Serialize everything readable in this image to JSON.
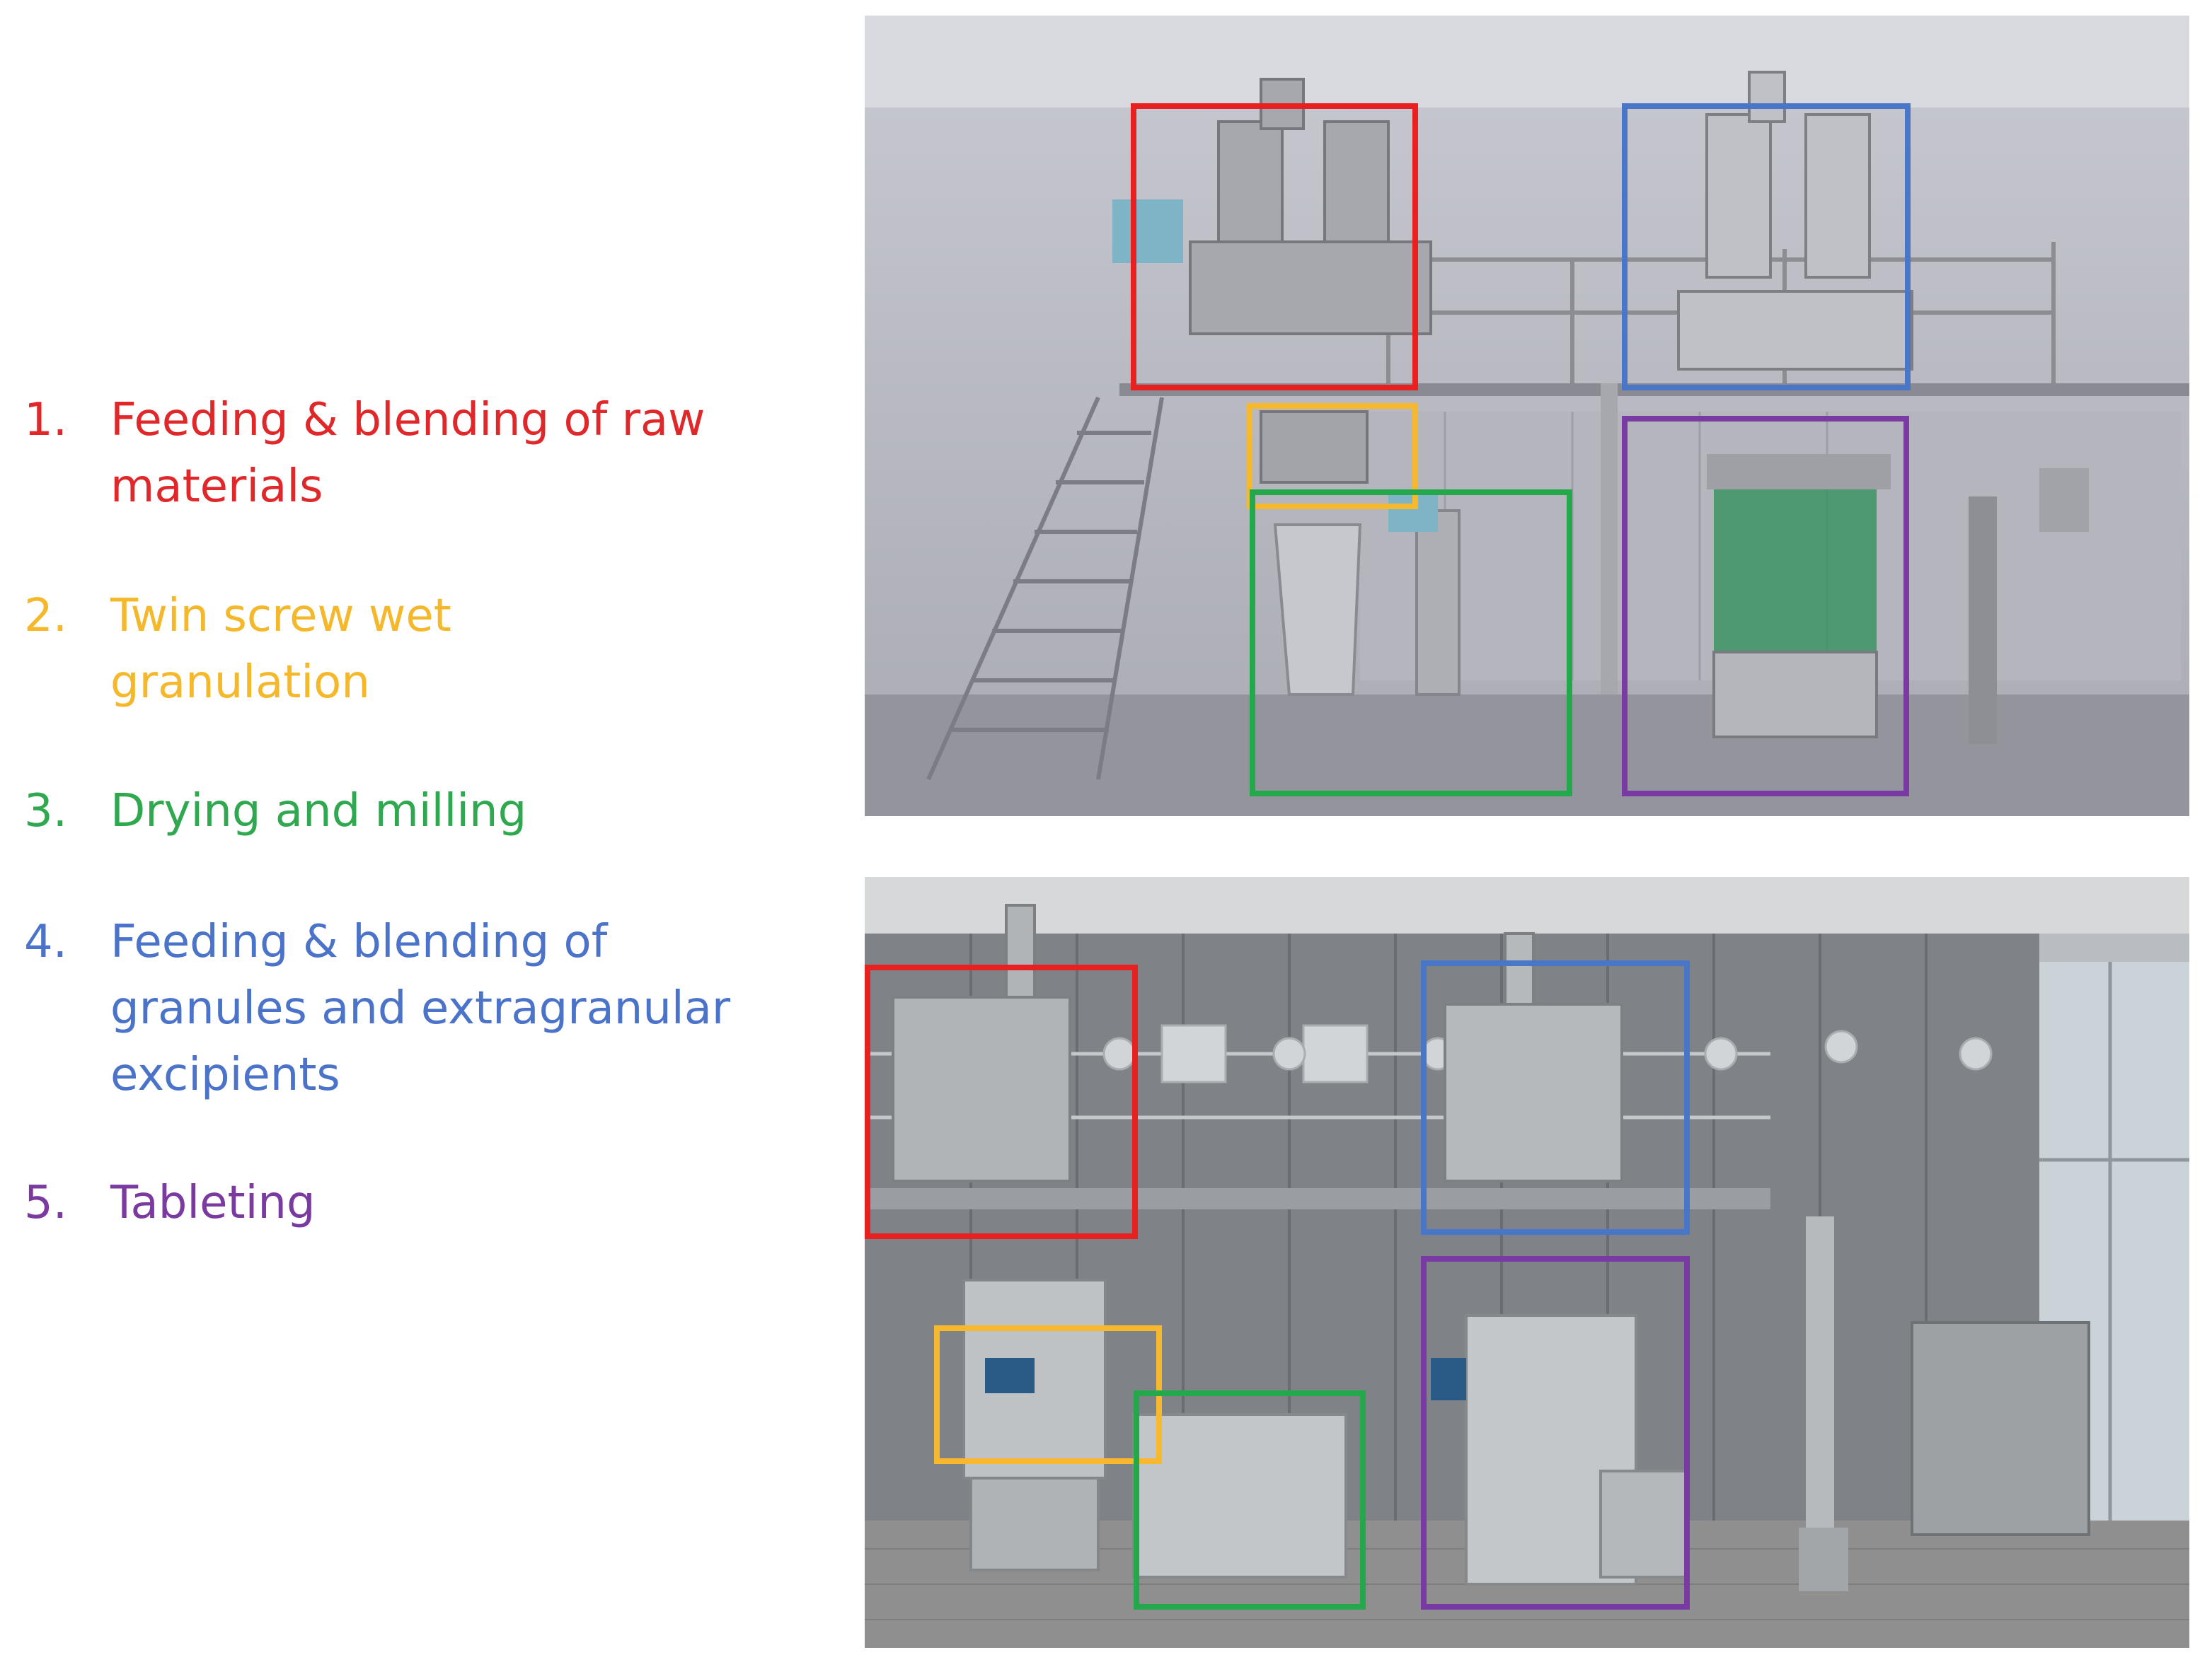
{
  "legend": {
    "items": [
      {
        "number": "1.",
        "lines": [
          "Feeding & blending of raw",
          "materials"
        ],
        "color": "#e0282a"
      },
      {
        "number": "2.",
        "lines": [
          "Twin screw wet",
          "granulation"
        ],
        "color": "#f5b82b"
      },
      {
        "number": "3.",
        "lines": [
          "Drying and milling"
        ],
        "color": "#2fa84f"
      },
      {
        "number": "4.",
        "lines": [
          "Feeding & blending of",
          "granules and extragranular",
          "excipients"
        ],
        "color": "#4a73c9"
      },
      {
        "number": "5.",
        "lines": [
          "Tableting"
        ],
        "color": "#7b3aa0"
      }
    ]
  },
  "region_colors": {
    "feeding_raw": "#e8201f",
    "granulation": "#f6b82d",
    "drying_milling": "#23a84b",
    "feeding_granules": "#4a76c8",
    "tableting": "#7a3aa4"
  },
  "photos": {
    "top": {
      "description_name": "continuous-manufacturing-line-top-photo"
    },
    "bottom": {
      "description_name": "continuous-manufacturing-line-bottom-photo"
    }
  }
}
